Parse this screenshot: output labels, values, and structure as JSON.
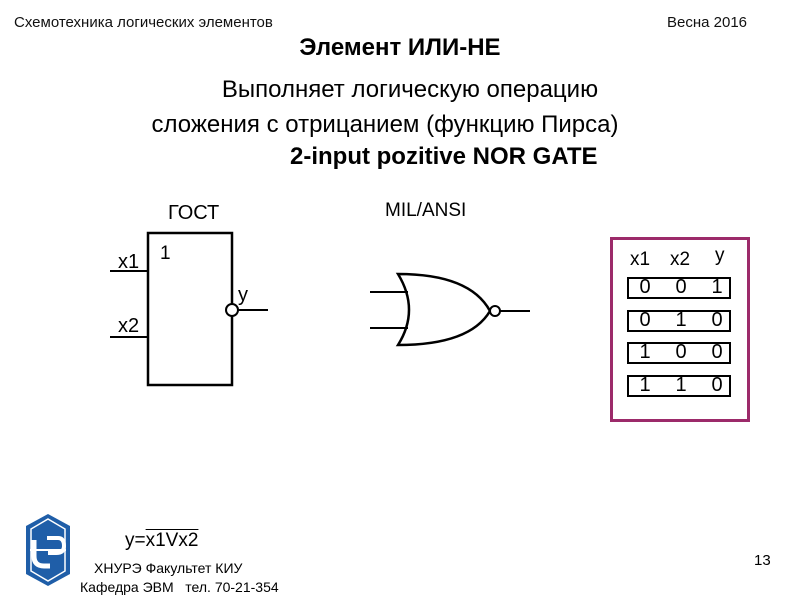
{
  "header": {
    "course": "Схемотехника логических элементов",
    "term": "Весна 2016"
  },
  "title": "Элемент ИЛИ-НЕ",
  "description": {
    "line1": "Выполняет  логическую операцию",
    "line2": "сложения с отрицанием (функцию Пирса)"
  },
  "subtitle": "2-input pozitive NOR GATE",
  "gost": {
    "label": "ГОСТ",
    "input1": "x1",
    "input2": "x2",
    "function_mark": "1",
    "output": "y"
  },
  "mil": {
    "label": "MIL/ANSI"
  },
  "truth_table": {
    "headers": [
      "x1",
      "x2",
      "y"
    ],
    "rows": [
      [
        "0",
        "0",
        "1"
      ],
      [
        "0",
        "1",
        "0"
      ],
      [
        "1",
        "0",
        "0"
      ],
      [
        "1",
        "1",
        "0"
      ]
    ]
  },
  "formula": {
    "prefix": "y=",
    "negated": "x1Vx2"
  },
  "footer": {
    "line1": "ХНУРЭ Факультет КИУ",
    "line2": "Кафедра ЭВМ   тел. 70-21-354"
  },
  "page_number": "13",
  "colors": {
    "table_border": "#9c2a6a",
    "logo_blue": "#1f5ea8"
  }
}
